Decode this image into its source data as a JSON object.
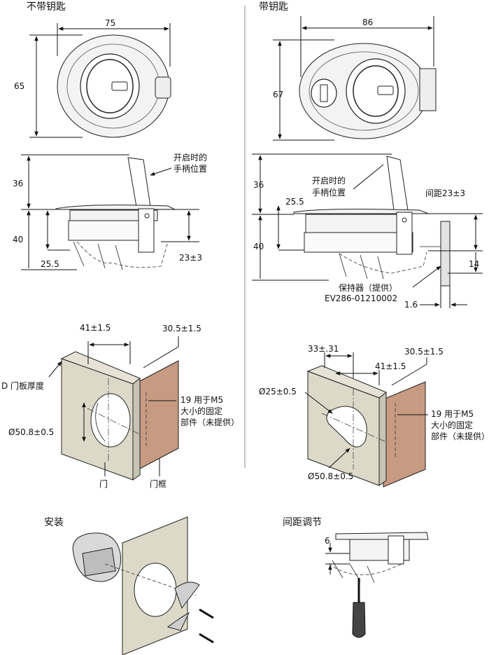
{
  "left": {
    "title": "不带钥匙",
    "top_view": {
      "width": "75",
      "height": "65"
    },
    "side_view": {
      "handle_note_1": "开启时的",
      "handle_note_2": "手柄位置",
      "dim_top": "36",
      "dim_bottom": "40",
      "dim_base": "25.5",
      "dim_range": "23±3"
    },
    "cutout": {
      "dim_a": "41±1.5",
      "dim_b": "30.5±1.5",
      "thickness_label": "D 门板厚度",
      "hole_dia": "Ø50.8±0.5",
      "screw_1": "19 用于M5",
      "screw_2": "大小的固定",
      "screw_3": "部件（未提供）",
      "door": "门",
      "frame": "门框"
    }
  },
  "right": {
    "title": "带钥匙",
    "top_view": {
      "width": "86",
      "height": "67"
    },
    "side_view": {
      "handle_note_1": "开启时的",
      "handle_note_2": "手柄位置",
      "dim_top": "36",
      "dim_base": "25.5",
      "dim_bottom": "40",
      "spacing": "间距23±3",
      "dim_14": "14",
      "bracket_1": "保持器（提供）",
      "bracket_2": "EV286-01210002",
      "dim_16": "1.6"
    },
    "cutout": {
      "dim_a": "33±.31",
      "dim_b": "41±1.5",
      "dim_c": "30.5±1.5",
      "key_dia": "Ø25±0.5",
      "hole_dia": "Ø50.8±0.5",
      "screw_1": "19 用于M5",
      "screw_2": "大小的固定",
      "screw_3": "部件（未提供）"
    }
  },
  "bottom": {
    "install_title": "安装",
    "adjust_title": "间距调节",
    "adjust_dim": "6"
  }
}
